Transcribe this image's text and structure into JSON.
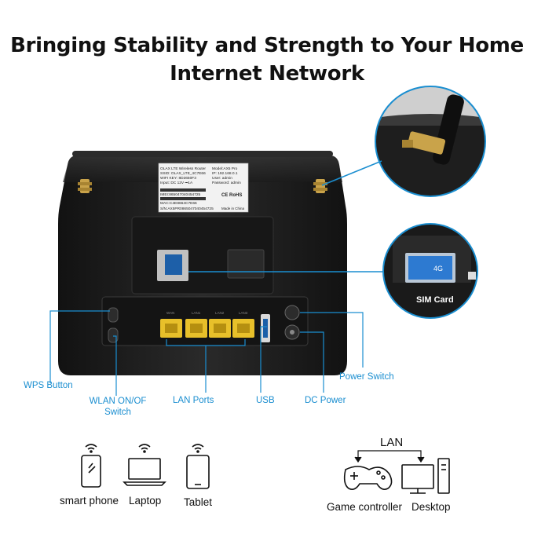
{
  "header": {
    "line1": "Bringing Stability and Strength to Your Home",
    "line2": "Internet Network"
  },
  "sticker": {
    "col1": [
      "OLAX LTE Wireless Router",
      "SSID: OLAX_LTE_4C7E66",
      "WIFI KEY: 8D2650F3",
      "Input: DC 12V ⎓1A"
    ],
    "col2": [
      "Model:AX5 Pro",
      "IP: 192.168.0.1",
      "User: admin",
      "Password: admin"
    ],
    "imei": "IMEI:865047040454725",
    "mac": "MAC:C4E8664C7E66",
    "sn": "S/N:AX5PR0865047040454725",
    "made": "Made in China",
    "marks": "CE RoHS"
  },
  "port_labels": [
    "WAN",
    "LAN1",
    "LAN2",
    "LAN3"
  ],
  "callouts": {
    "sim_card": "SIM Card",
    "wps": "WPS Button",
    "wlan_line1": "WLAN ON/OF",
    "wlan_line2": "Switch",
    "lan_ports": "LAN Ports",
    "usb": "USB",
    "dc_power": "DC Power",
    "power_switch": "Power Switch"
  },
  "devices": {
    "phone": "smart phone",
    "laptop": "Laptop",
    "tablet": "Tablet"
  },
  "lan": {
    "title": "LAN",
    "game": "Game controller",
    "desktop": "Desktop"
  },
  "colors": {
    "accent": "#1a8ed0",
    "router_body": "#1c1c1c",
    "lan_port": "#e8c02a"
  }
}
